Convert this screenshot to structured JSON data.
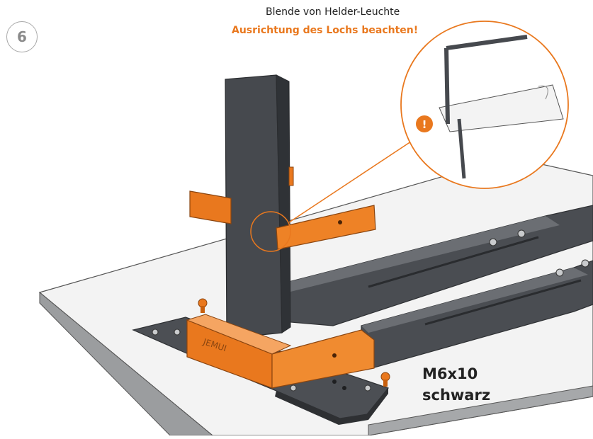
{
  "step": {
    "number": "6"
  },
  "annotation": {
    "part_label": "Blende von Helder-Leuchte",
    "warning": "Ausrichtung des Lochs beachten!",
    "warning_icon": "exclamation-icon"
  },
  "screw_spec": {
    "size": "M6x10",
    "color": "schwarz"
  },
  "brand_engraving": "JEMUI",
  "colors": {
    "accent": "#e9781e",
    "frame": "#4a4d52",
    "frame_dark": "#35383c",
    "tabletop": "#f4f4f4",
    "tabletop_edge": "#9a9c9e"
  }
}
